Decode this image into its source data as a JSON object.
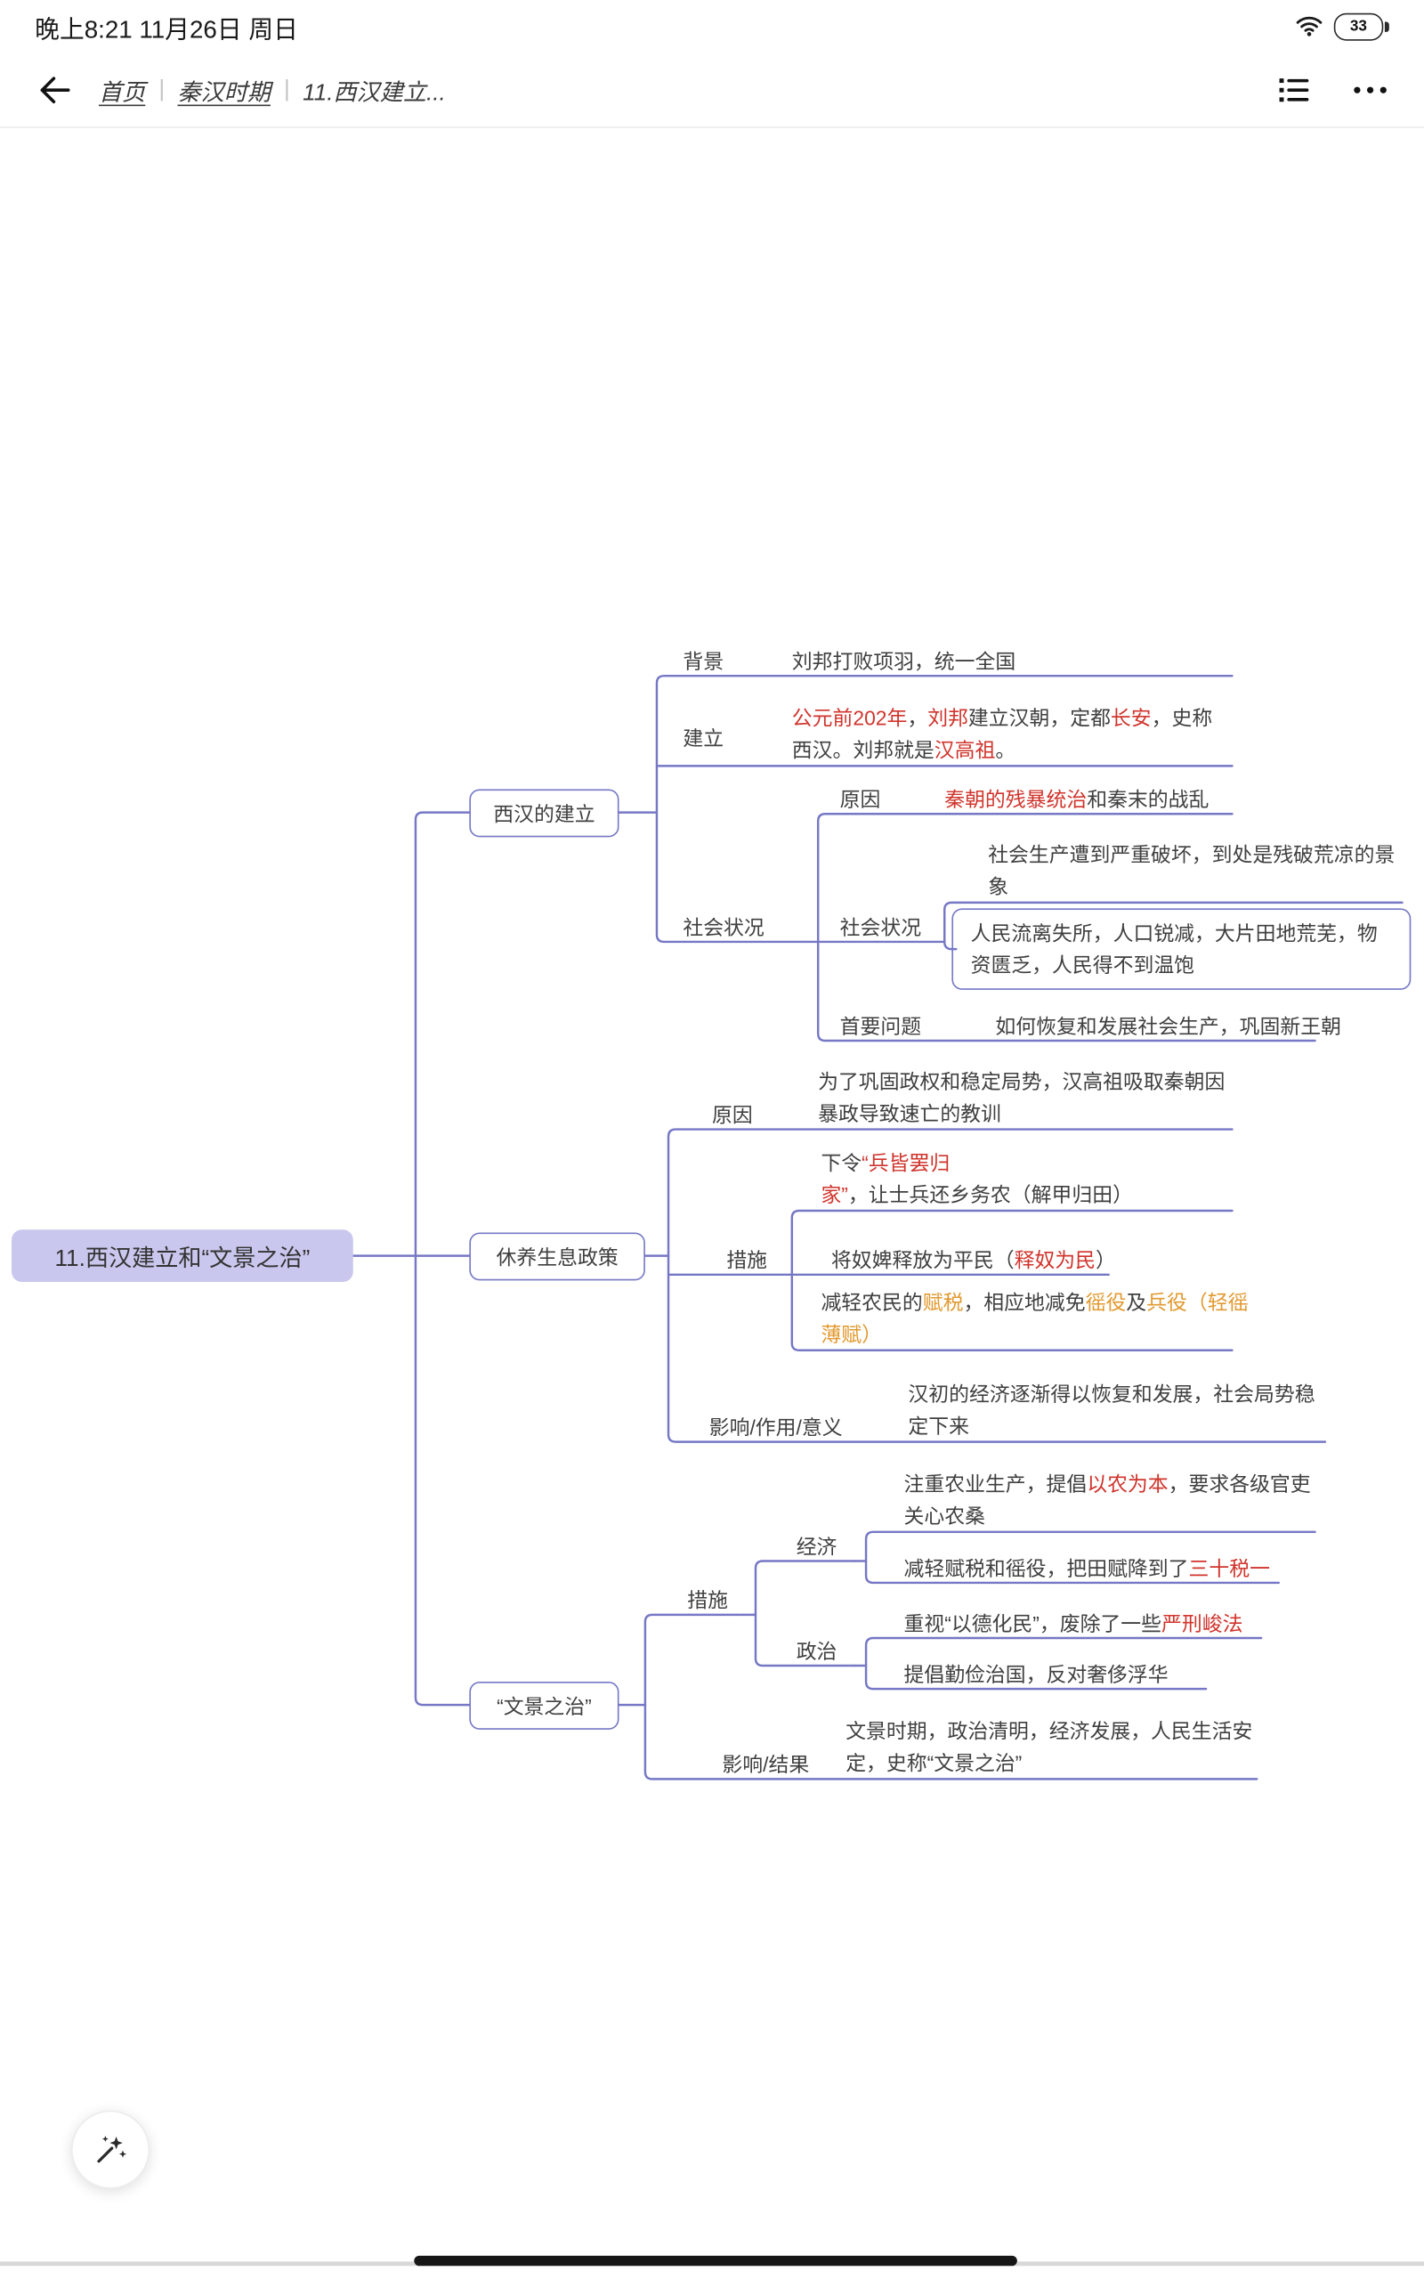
{
  "status_bar": {
    "time_date": "晚上8:21 11月26日 周日",
    "battery_percent": "33"
  },
  "nav": {
    "breadcrumb": [
      {
        "label": "首页"
      },
      {
        "label": "秦汉时期"
      },
      {
        "label": "11.西汉建立..."
      }
    ],
    "separator": "|"
  },
  "colors": {
    "line": "#7678c5",
    "root_bg": "#c9c7ed",
    "red": "#d0342c",
    "orange": "#e2992f",
    "text": "#3f3f3f"
  },
  "mindmap": {
    "root": "11.西汉建立和“文景之治”",
    "b1": {
      "title": "西汉的建立",
      "background_label": "背景",
      "background_value": "刘邦打败项羽，统一全国",
      "founding_label": "建立",
      "founding_value": [
        {
          "t": "公元前202年",
          "c": "#d0342c"
        },
        {
          "t": "，"
        },
        {
          "t": "刘邦",
          "c": "#d0342c"
        },
        {
          "t": "建立汉朝，定都"
        },
        {
          "t": "长安",
          "c": "#d0342c"
        },
        {
          "t": "，史称西汉。刘邦就是"
        },
        {
          "t": "汉高祖",
          "c": "#d0342c"
        },
        {
          "t": "。"
        }
      ],
      "social_label": "社会状况",
      "cause_label": "原因",
      "cause_value": [
        {
          "t": "秦朝的残暴统治",
          "c": "#d0342c"
        },
        {
          "t": "和秦末的战乱"
        }
      ],
      "social2_label": "社会状况",
      "damage_text": "社会生产遭到严重破坏，到处是残破荒凉的景象",
      "misery_text": "人民流离失所，人口锐减，大片田地荒芜，物资匮乏，人民得不到温饱",
      "issue_label": "首要问题",
      "issue_value": "如何恢复和发展社会生产，巩固新王朝"
    },
    "b2": {
      "title": "休养生息政策",
      "cause_label": "原因",
      "cause_value": "为了巩固政权和稳定局势，汉高祖吸取秦朝因暴政导致速亡的教训",
      "measures_label": "措施",
      "m1": [
        {
          "t": "下令"
        },
        {
          "t": "“兵皆罢归家”",
          "c": "#d0342c"
        },
        {
          "t": "，让士兵还乡务农（解甲归田）"
        }
      ],
      "m2": [
        {
          "t": "将奴婢释放为平民（"
        },
        {
          "t": "释奴为民",
          "c": "#d0342c"
        },
        {
          "t": "）"
        }
      ],
      "m3": [
        {
          "t": "减轻农民的"
        },
        {
          "t": "赋税",
          "c": "#e2992f"
        },
        {
          "t": "，相应地减免"
        },
        {
          "t": "徭役",
          "c": "#e2992f"
        },
        {
          "t": "及"
        },
        {
          "t": "兵役",
          "c": "#e2992f"
        },
        {
          "t": "（轻徭薄赋）",
          "c": "#e2992f"
        }
      ],
      "effect_label": "影响/作用/意义",
      "effect_value": "汉初的经济逐渐得以恢复和发展，社会局势稳定下来"
    },
    "b3": {
      "title": "“文景之治”",
      "measures_label": "措施",
      "economy_label": "经济",
      "e1": [
        {
          "t": "注重农业生产，提倡"
        },
        {
          "t": "以农为本",
          "c": "#d0342c"
        },
        {
          "t": "，要求各级官吏关心农桑"
        }
      ],
      "e2": [
        {
          "t": "减轻赋税和徭役，把田赋降到了"
        },
        {
          "t": "三十税一",
          "c": "#d0342c"
        }
      ],
      "politics_label": "政治",
      "p1": [
        {
          "t": "重视“以德化民”，废除了一些"
        },
        {
          "t": "严刑峻法",
          "c": "#d0342c"
        }
      ],
      "p2": [
        {
          "t": "提倡勤俭治国，反对奢侈浮华"
        }
      ],
      "result_label": "影响/结果",
      "result_value": "文景时期，政治清明，经济发展，人民生活安定，史称“文景之治”"
    }
  }
}
